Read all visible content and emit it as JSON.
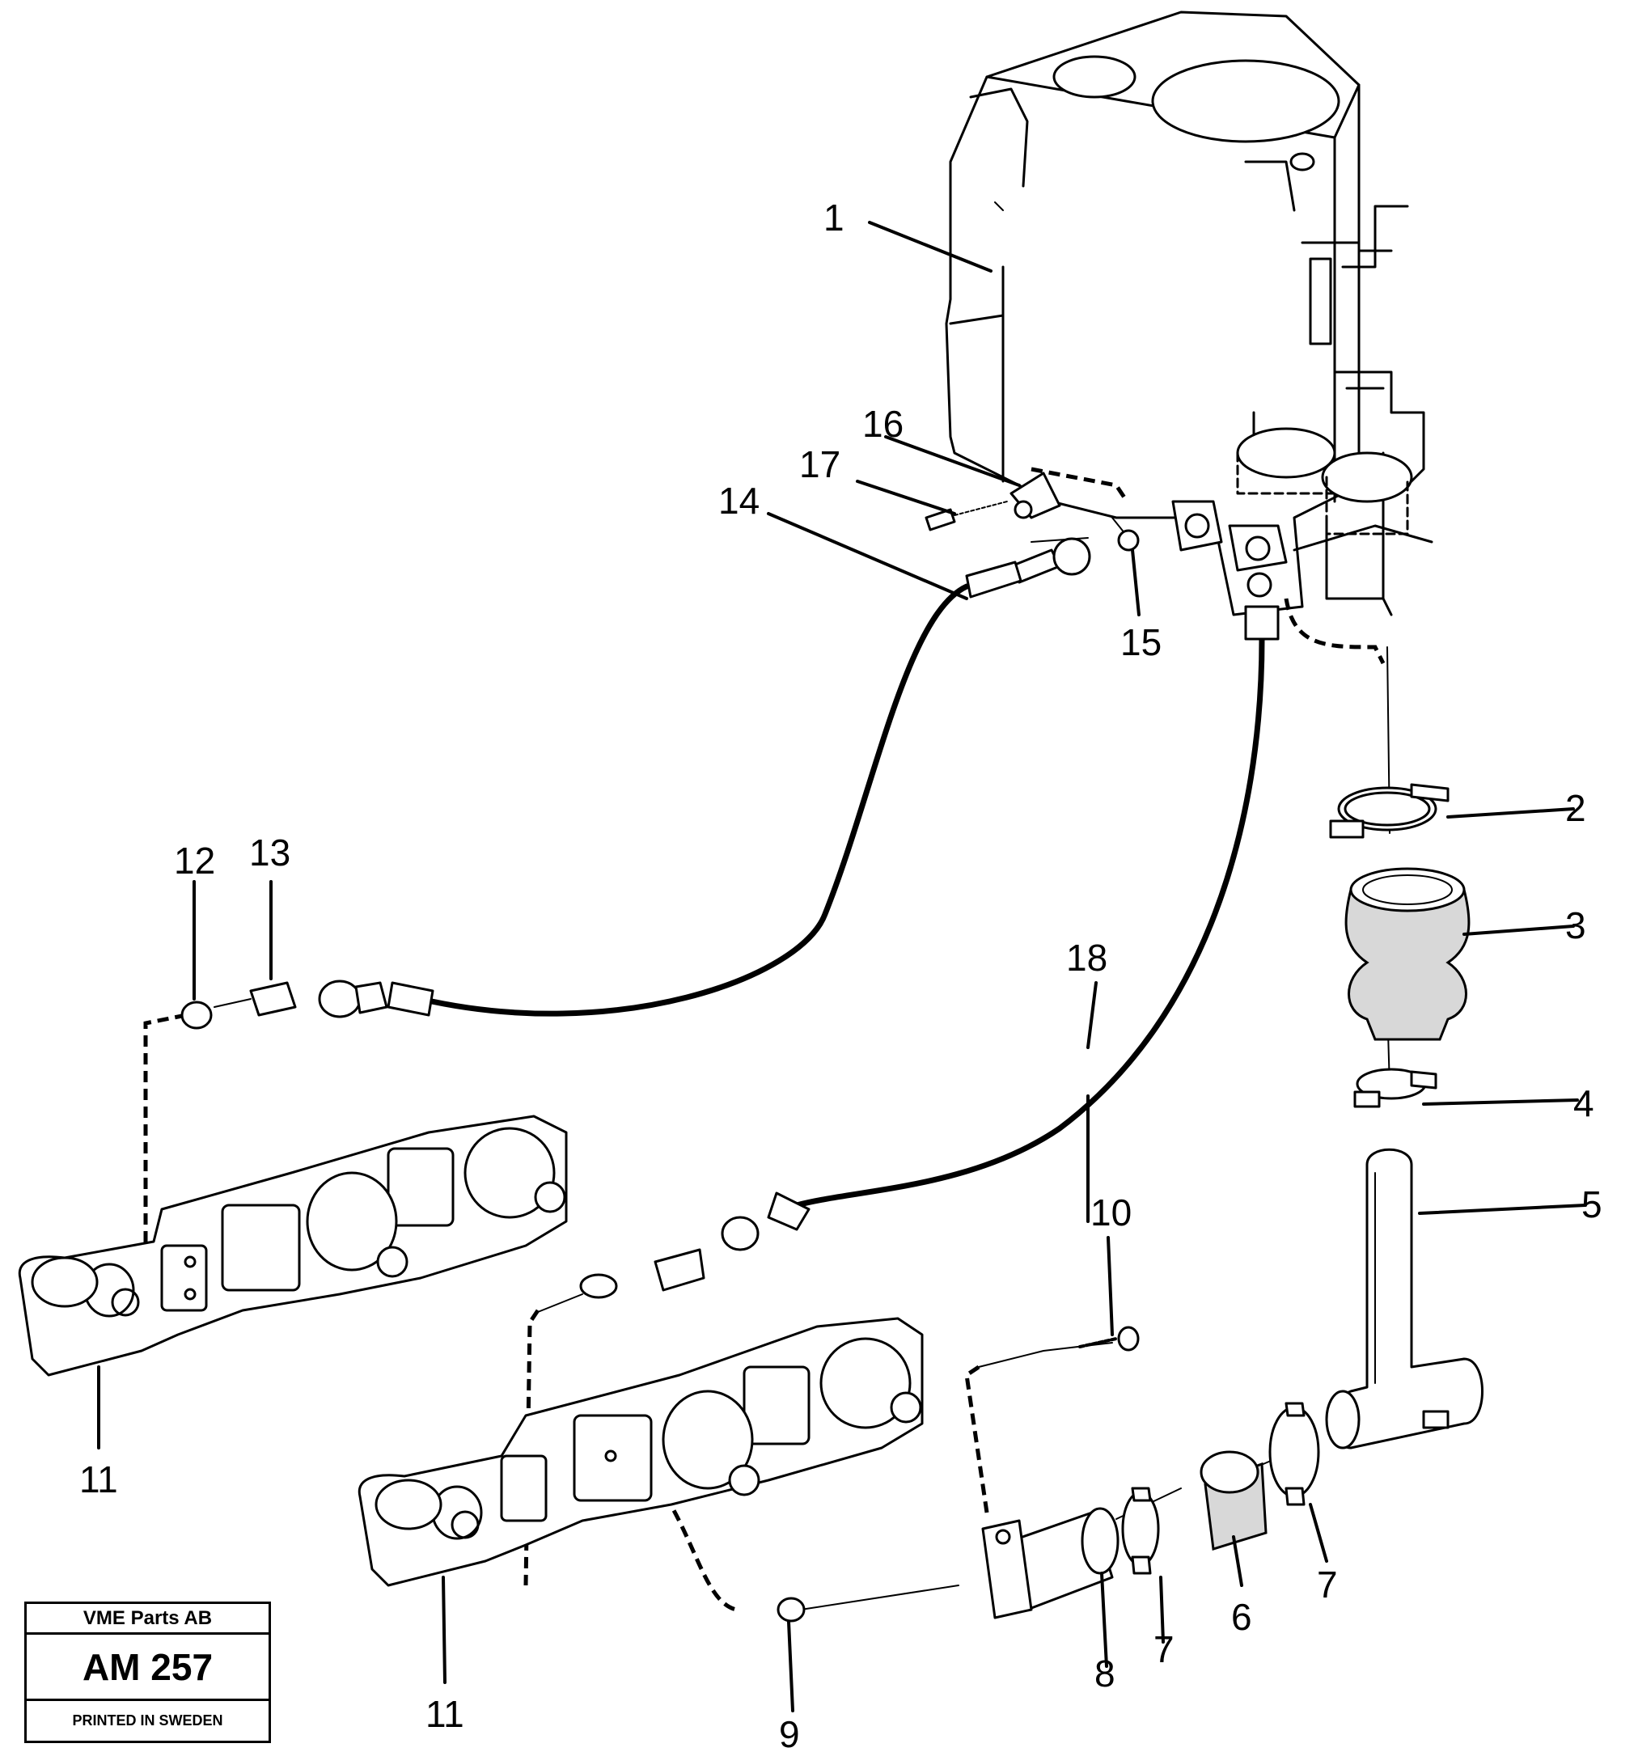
{
  "callouts": {
    "c1": "1",
    "c2": "2",
    "c3": "3",
    "c4": "4",
    "c5": "5",
    "c6": "6",
    "c7a": "7",
    "c7b": "7",
    "c8": "8",
    "c9": "9",
    "c10": "10",
    "c11a": "11",
    "c11b": "11",
    "c12": "12",
    "c13": "13",
    "c14": "14",
    "c15": "15",
    "c16": "16",
    "c17": "17",
    "c18": "18"
  },
  "stamp": {
    "company": "VME Parts AB",
    "code": "AM 257",
    "printed": "PRINTED IN SWEDEN"
  }
}
